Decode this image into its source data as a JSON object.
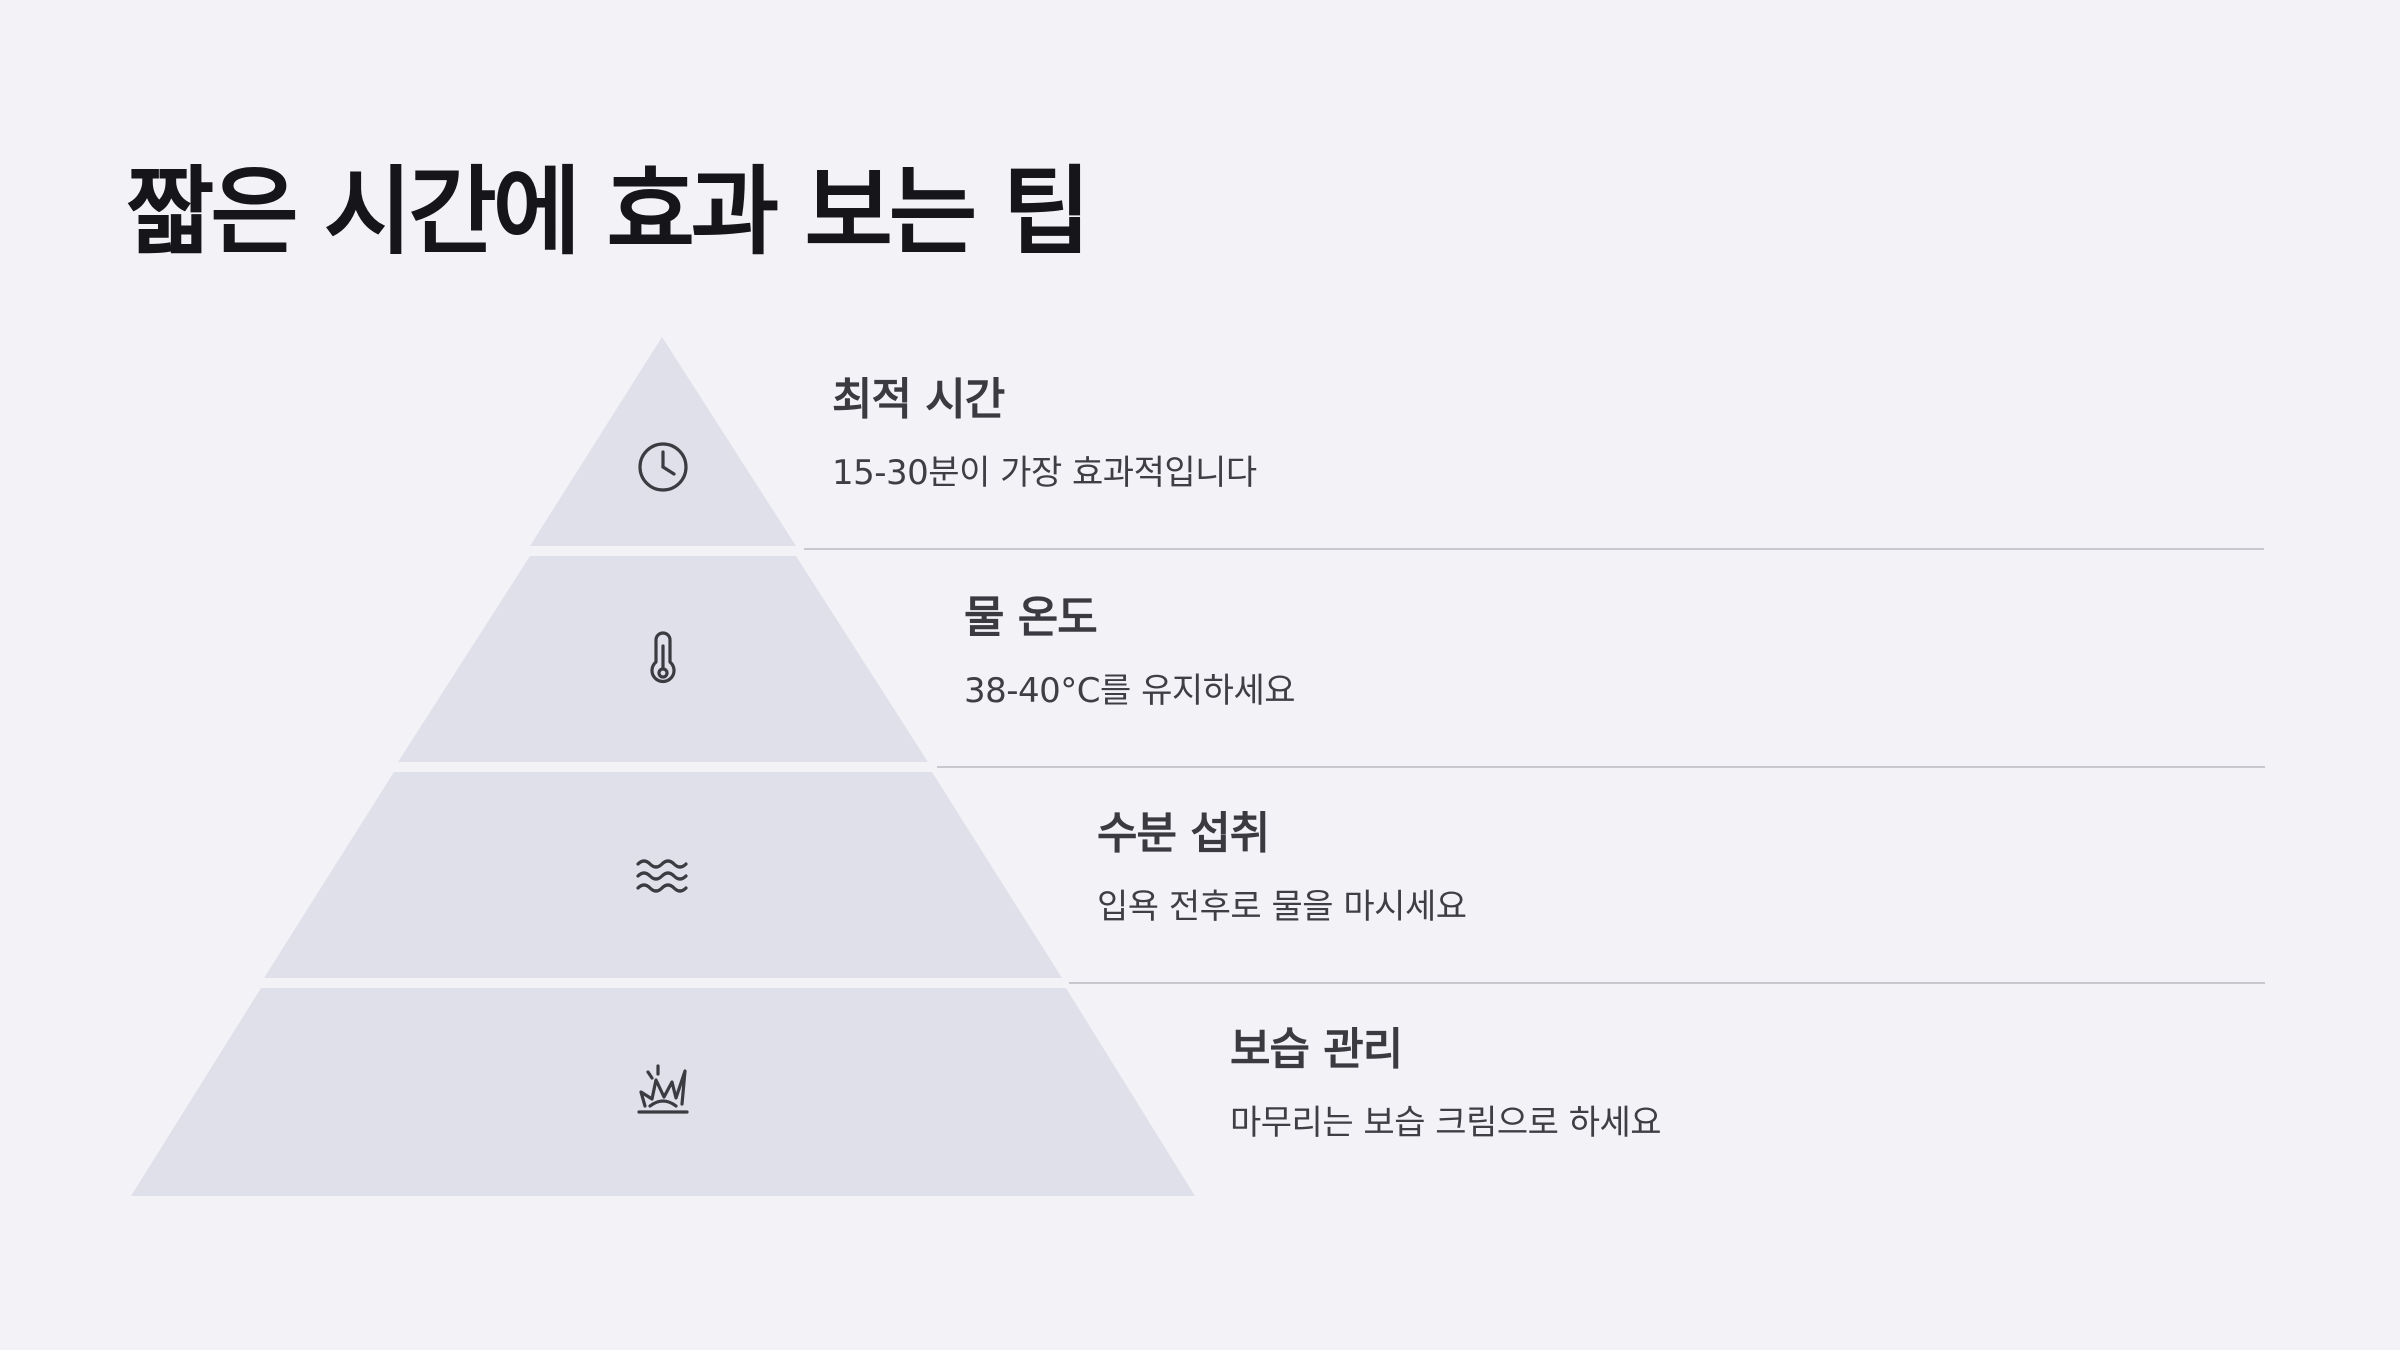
{
  "title": "짧은 시간에 효과 보는 팁",
  "tiers": [
    {
      "icon": "clock-icon",
      "title": "최적 시간",
      "description": "15-30분이 가장 효과적입니다"
    },
    {
      "icon": "thermometer-icon",
      "title": "물 온도",
      "description": "38-40°C를 유지하세요"
    },
    {
      "icon": "water-waves-icon",
      "title": "수분 섭취",
      "description": "입욕 전후로 물을 마시세요"
    },
    {
      "icon": "splash-icon",
      "title": "보습 관리",
      "description": "마무리는 보습 크림으로 하세요"
    }
  ],
  "colors": {
    "background": "#f3f2f7",
    "tier_fill": "#e0e0eb",
    "title_text": "#15151a",
    "body_text": "#3a3a40",
    "divider": "#c9c8cf"
  }
}
